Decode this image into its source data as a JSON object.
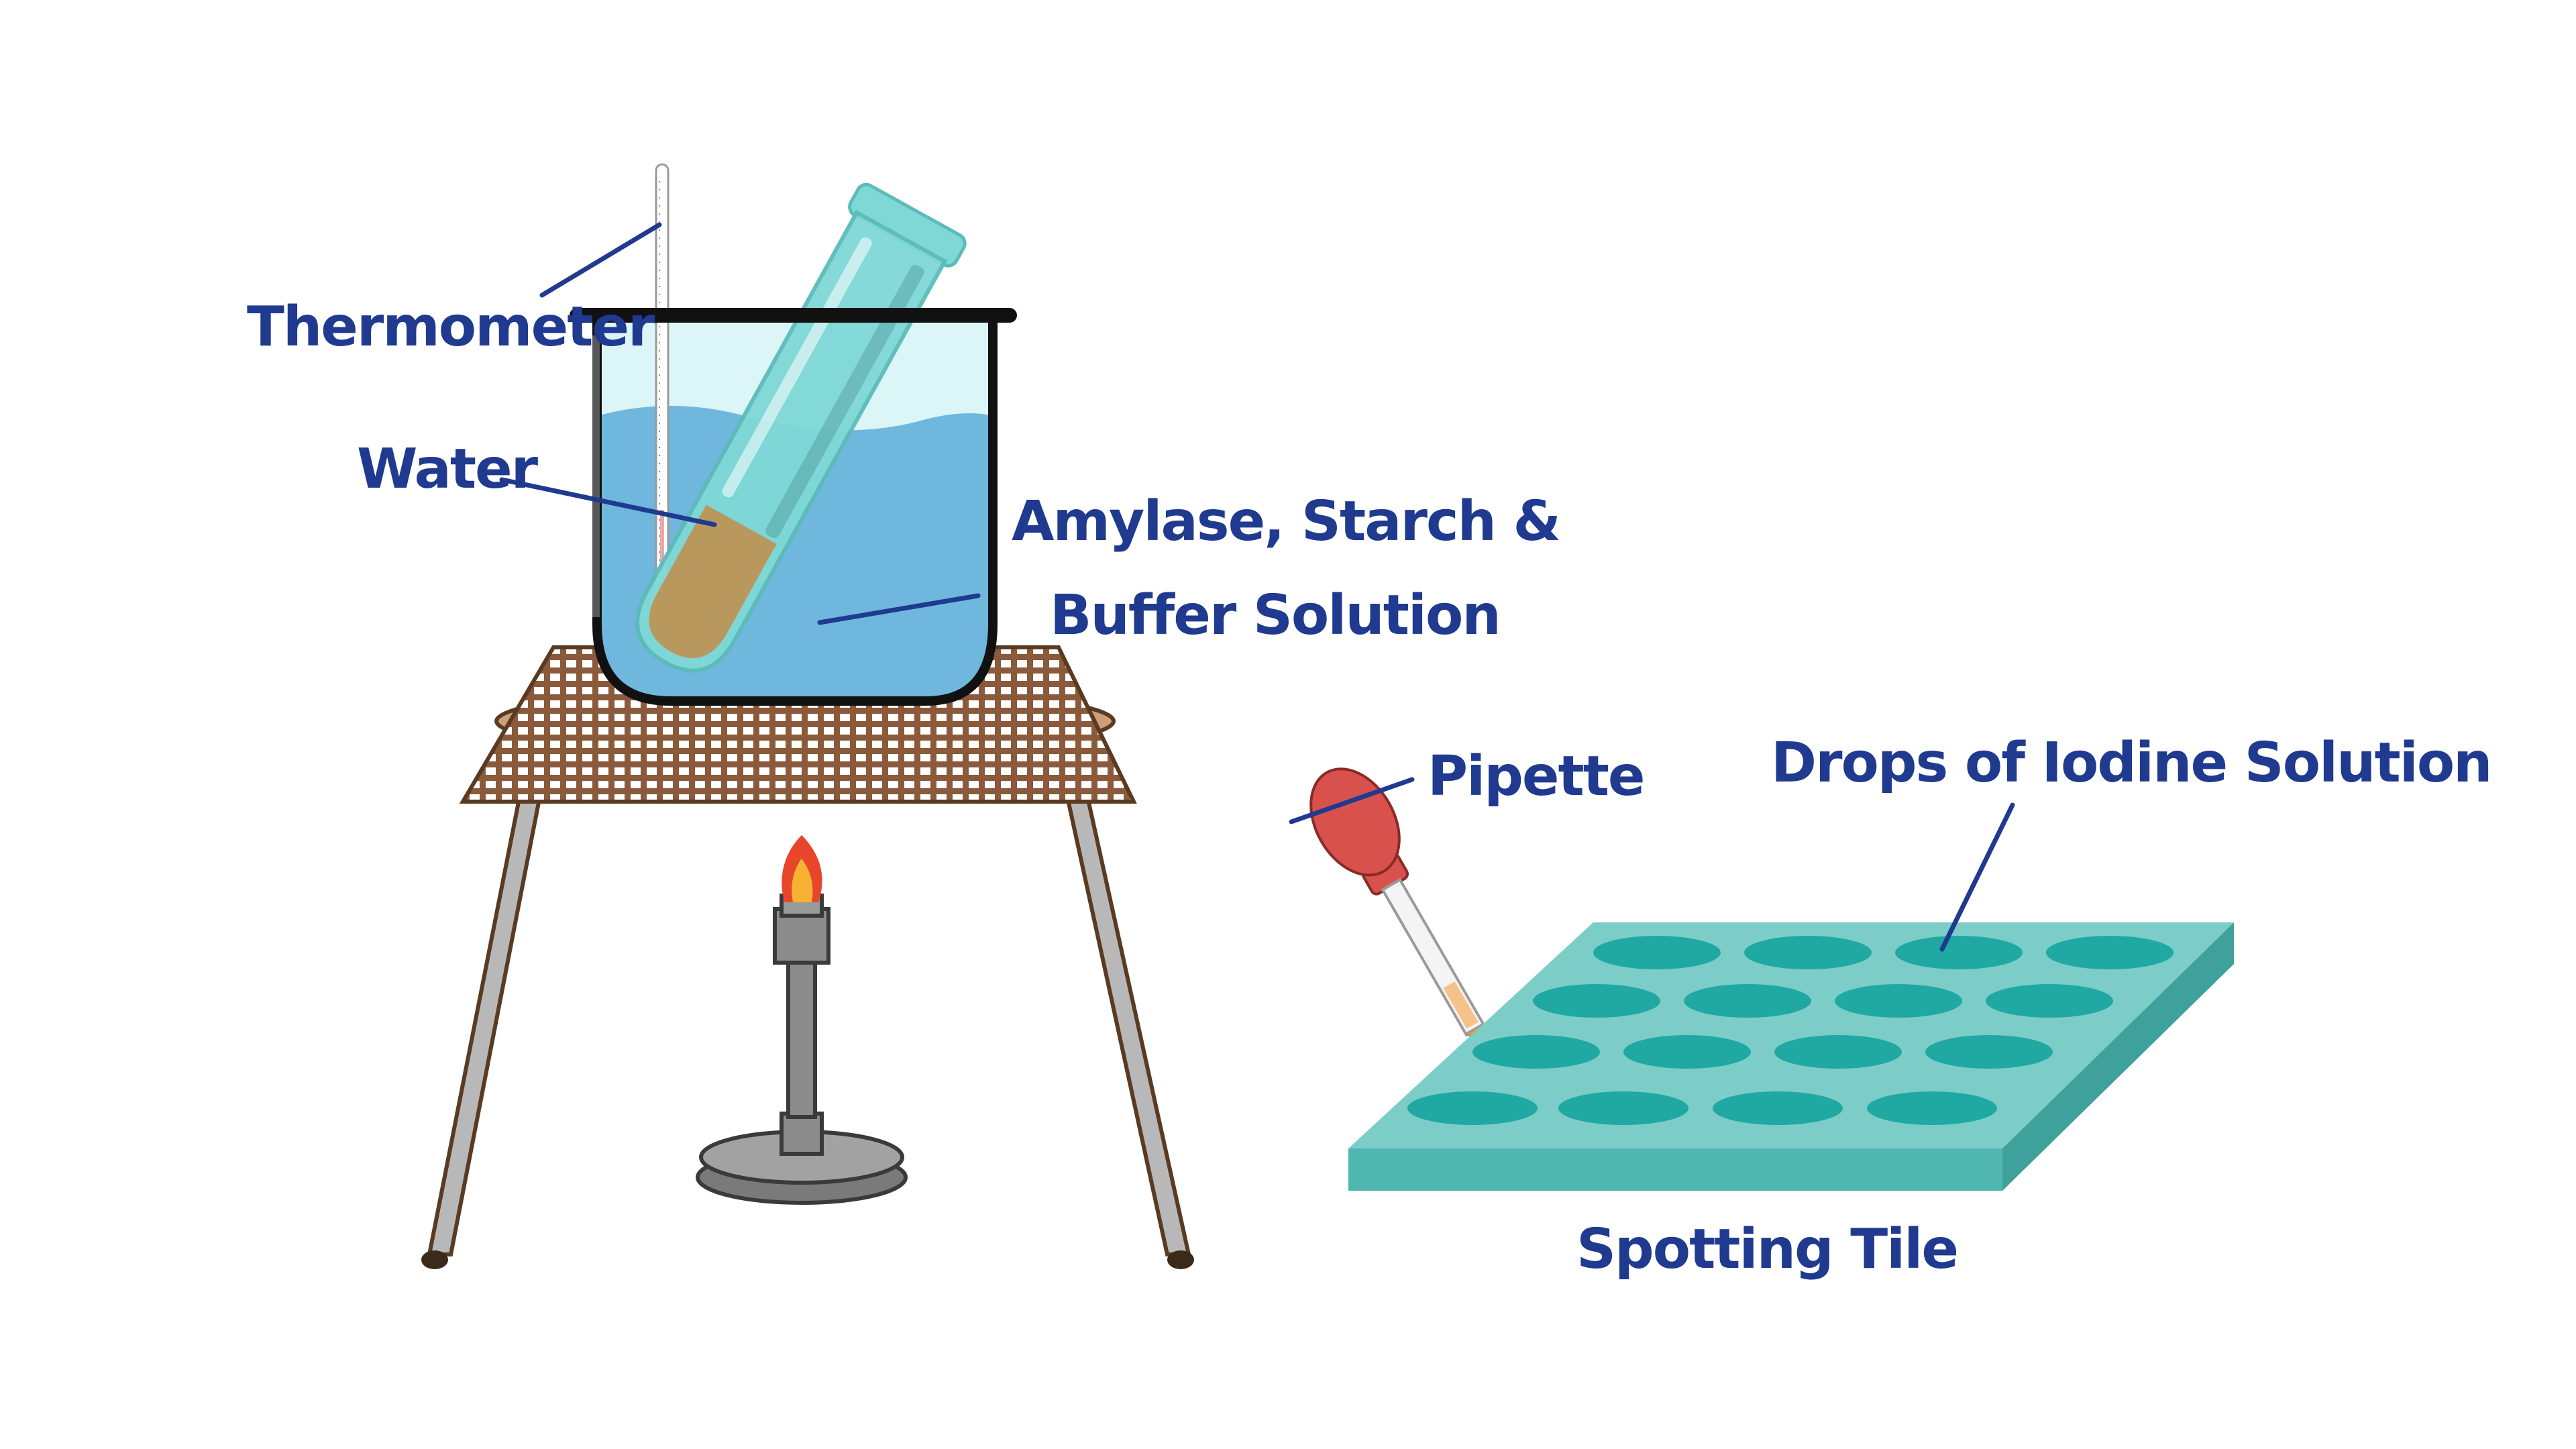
{
  "labels": {
    "thermometer": "Thermometer",
    "water": "Water",
    "amylase_line1": "Amylase, Starch &",
    "amylase_line2": "Buffer Solution",
    "pipette": "Pipette",
    "iodine": "Drops of Iodine Solution",
    "spotting_tile": "Spotting Tile"
  },
  "colors": {
    "label_text": "#1f3a8f",
    "leader_line": "#1f3a8f",
    "water": "#6fb7dc",
    "beaker_glass": "#c9eef3",
    "test_tube": "#7fd8d6",
    "starch_mixture": "#b9985e",
    "gauze": "#8a5a3a",
    "tripod_leg": "#b7b7b7",
    "burner": "#8c8c8c",
    "flame_outer": "#e8452b",
    "flame_inner": "#f7b233",
    "pipette_bulb": "#d9514d",
    "iodine_drop": "#f29a1f",
    "tile_top": "#7ccdc8",
    "tile_side": "#4fb6b0",
    "tile_well": "#20a8a3"
  }
}
